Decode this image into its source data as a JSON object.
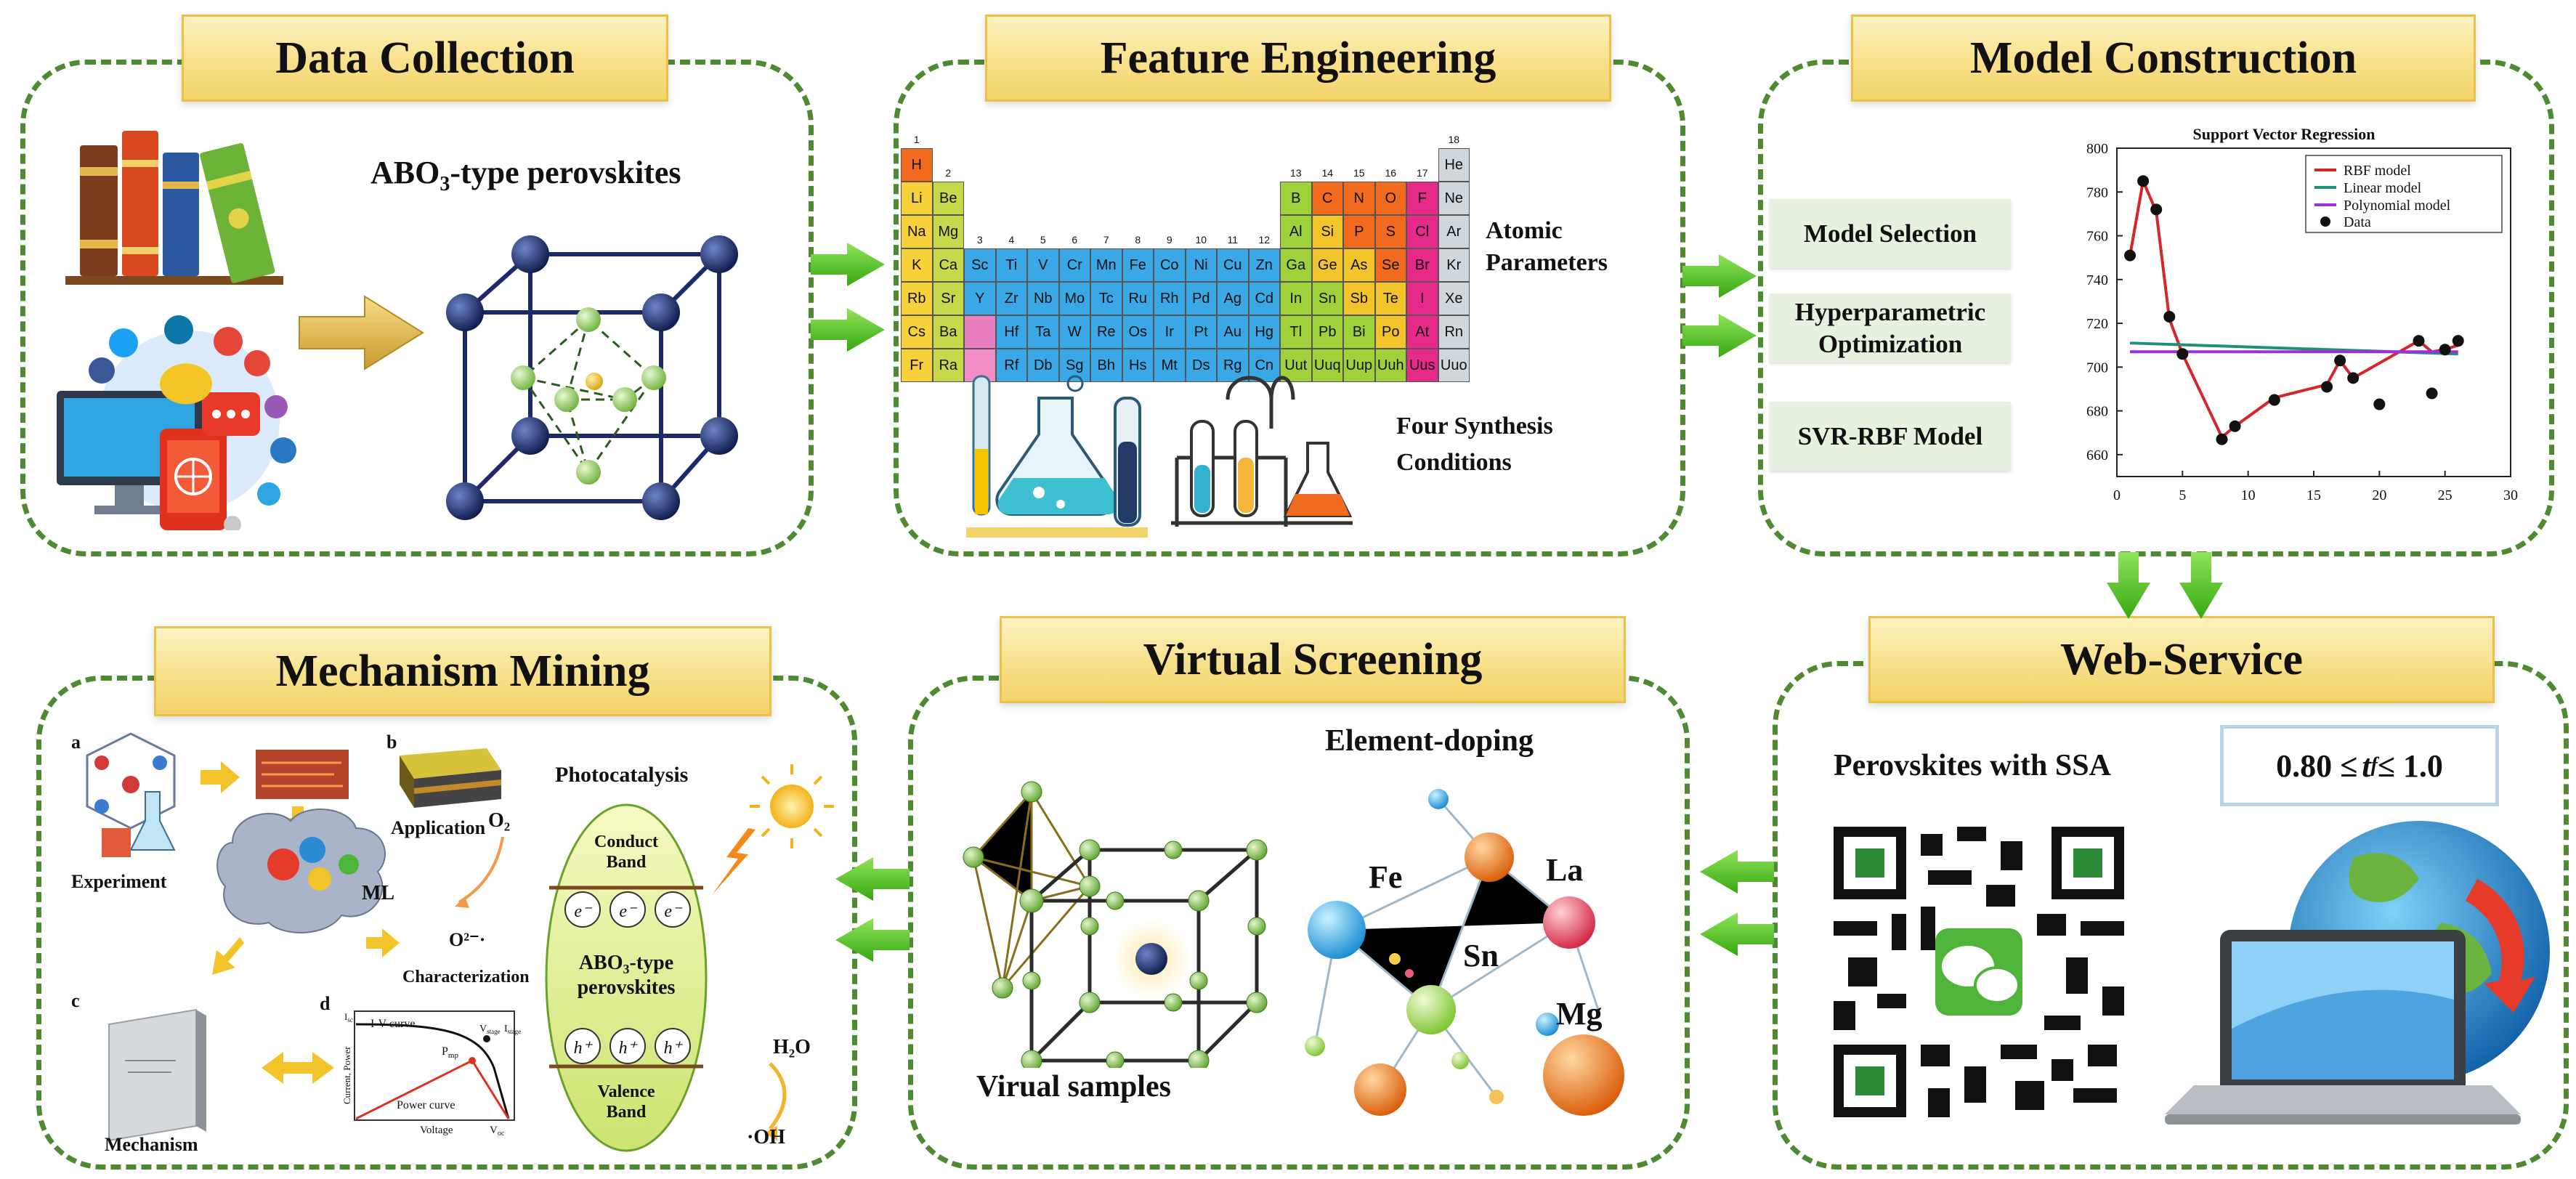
{
  "colors": {
    "panel_border": "#4e8a32",
    "banner": "#f8e08a",
    "arrow_green": "#4fc21a",
    "arrow_gold": "#e2b84a"
  },
  "data_collection": {
    "title": "Data Collection",
    "perovskite_label_main": "ABO",
    "perovskite_label_sub": "3",
    "perovskite_label_tail": "-type perovskites",
    "icons": [
      "books-icon",
      "computer-icon",
      "social-media-icon",
      "tablet-icon"
    ]
  },
  "feature_engineering": {
    "title": "Feature Engineering",
    "atomic_line1": "Atomic",
    "atomic_line2": "Parameters",
    "synthesis_line1": "Four Synthesis",
    "synthesis_line2": "Conditions",
    "periodic_rows": [
      [
        "H",
        "",
        "",
        "",
        "",
        "",
        "",
        "",
        "",
        "",
        "",
        "",
        "",
        "",
        "",
        "",
        "",
        "He"
      ],
      [
        "Li",
        "Be",
        "",
        "",
        "",
        "",
        "",
        "",
        "",
        "",
        "",
        "",
        "B",
        "C",
        "N",
        "O",
        "F",
        "Ne"
      ],
      [
        "Na",
        "Mg",
        "",
        "",
        "",
        "",
        "",
        "",
        "",
        "",
        "",
        "",
        "Al",
        "Si",
        "P",
        "S",
        "Cl",
        "Ar"
      ],
      [
        "K",
        "Ca",
        "Sc",
        "Ti",
        "V",
        "Cr",
        "Mn",
        "Fe",
        "Co",
        "Ni",
        "Cu",
        "Zn",
        "Ga",
        "Ge",
        "As",
        "Se",
        "Br",
        "Kr"
      ],
      [
        "Rb",
        "Sr",
        "Y",
        "Zr",
        "Nb",
        "Mo",
        "Tc",
        "Ru",
        "Rh",
        "Pd",
        "Ag",
        "Cd",
        "In",
        "Sn",
        "Sb",
        "Te",
        "I",
        "Xe"
      ],
      [
        "Cs",
        "Ba",
        "",
        "Hf",
        "Ta",
        "W",
        "Re",
        "Os",
        "Ir",
        "Pt",
        "Au",
        "Hg",
        "Tl",
        "Pb",
        "Bi",
        "Po",
        "At",
        "Rn"
      ],
      [
        "Fr",
        "Ra",
        "",
        "Rf",
        "Db",
        "Sg",
        "Bh",
        "Hs",
        "Mt",
        "Ds",
        "Rg",
        "Cn",
        "Uut",
        "Uuq",
        "Uup",
        "Uuh",
        "Uus",
        "Uuo"
      ]
    ],
    "group_labels": [
      "1",
      "2",
      "3",
      "4",
      "5",
      "6",
      "7",
      "8",
      "9",
      "10",
      "11",
      "12",
      "13",
      "14",
      "15",
      "16",
      "17",
      "18"
    ]
  },
  "model_construction": {
    "title": "Model Construction",
    "boxes": [
      "Model Selection",
      "Hyperparametric Optimization",
      "SVR-RBF Model"
    ]
  },
  "chart_data": {
    "type": "line",
    "title": "Support Vector Regression",
    "xlim": [
      0,
      30
    ],
    "ylim": [
      650,
      800
    ],
    "x_ticks": [
      0,
      5,
      10,
      15,
      20,
      25,
      30
    ],
    "y_ticks": [
      660,
      680,
      700,
      720,
      740,
      760,
      780,
      800
    ],
    "series": [
      {
        "name": "RBF model",
        "color": "#d62728",
        "type": "line",
        "x": [
          1,
          2,
          3,
          4,
          5,
          8,
          9,
          12,
          16,
          17,
          18,
          23,
          24,
          25,
          26
        ],
        "y": [
          751,
          785,
          771,
          722,
          706,
          668,
          673,
          686,
          692,
          703,
          695,
          712,
          707,
          708,
          710
        ]
      },
      {
        "name": "Linear model",
        "color": "#1f8f7a",
        "type": "line",
        "x": [
          1,
          26
        ],
        "y": [
          711,
          706
        ]
      },
      {
        "name": "Polynomial model",
        "color": "#9b30d9",
        "type": "line",
        "x": [
          1,
          26
        ],
        "y": [
          707,
          707
        ]
      },
      {
        "name": "Data",
        "color": "#111111",
        "type": "scatter",
        "x": [
          1,
          2,
          3,
          4,
          5,
          8,
          9,
          12,
          16,
          17,
          18,
          20,
          23,
          24,
          25,
          26
        ],
        "y": [
          751,
          785,
          772,
          723,
          706,
          667,
          673,
          685,
          691,
          703,
          695,
          683,
          712,
          688,
          708,
          712
        ]
      }
    ]
  },
  "web_service": {
    "title": "Web-Service",
    "ssa_label": "Perovskites with SSA",
    "tf_left": "0.80 ≤ ",
    "tf_var": "t",
    "tf_sub": "f",
    "tf_right": " ≤ 1.0"
  },
  "virtual_screening": {
    "title": "Virtual Screening",
    "doping_label": "Element-doping",
    "samples_label": "Virual samples",
    "elements": [
      "Fe",
      "La",
      "Sn",
      "Mg"
    ]
  },
  "mechanism_mining": {
    "title": "Mechanism Mining",
    "letters": [
      "a",
      "b",
      "c",
      "d"
    ],
    "experiment": "Experiment",
    "application": "Application",
    "ml": "ML",
    "characterization": "Characterization",
    "mechanism": "Mechanism",
    "photocatalysis": "Photocatalysis",
    "conduct_line1": "Conduct",
    "conduct_line2": "Band",
    "valence_line1": "Valence",
    "valence_line2": "Band",
    "electron": "e⁻",
    "hole": "h⁺",
    "abo_main": "ABO",
    "abo_sub": "3",
    "abo_tail": "-type",
    "abo_line2": "perovskites",
    "o2": "O₂",
    "o2_radical": "O²⁻·",
    "h2o": "H₂O",
    "oh": "·OH",
    "iv_curve": "I-V curve",
    "power_curve": "Power curve",
    "pmp": "P",
    "pmp_sub": "mp",
    "vstage": "V",
    "vstage_sub": "stage",
    "istage": "I",
    "istage_sub": "stage",
    "voltage": "Voltage",
    "current_power": "Current, Power",
    "voc": "V",
    "voc_sub": "oc",
    "isc": "I",
    "isc_sub": "sc"
  }
}
